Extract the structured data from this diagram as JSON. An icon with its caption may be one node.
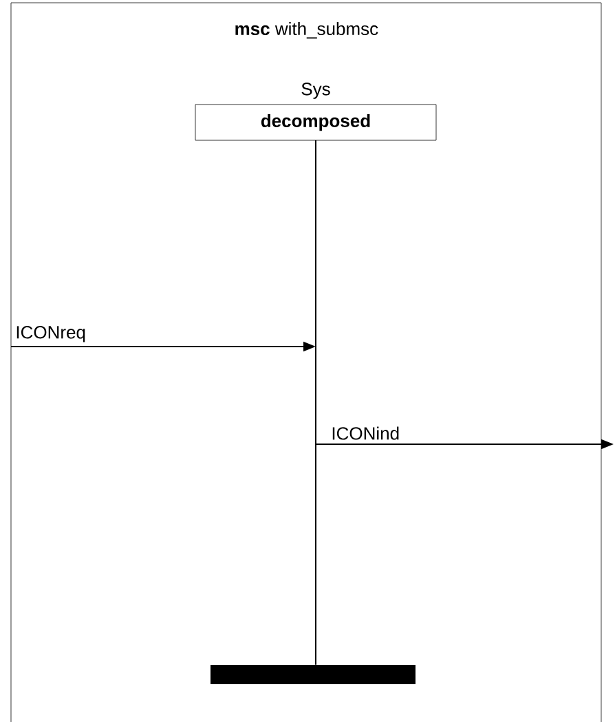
{
  "diagram": {
    "nodes": [
      {
        "text": [
          "**msc** with_submsc"
        ]
      },
      {
        "text": [
          "Sys",
          "decomposed"
        ],
        "in": 0
      },
      {
        "text": [],
        "shape": "bar",
        "in": 0
      }
    ],
    "edges": [
      {
        "from": 0,
        "to": 1,
        "arrow": "to",
        "label": "ICONreq"
      },
      {
        "from": 1,
        "to": null,
        "arrow": "to",
        "label": "ICONind"
      }
    ]
  }
}
